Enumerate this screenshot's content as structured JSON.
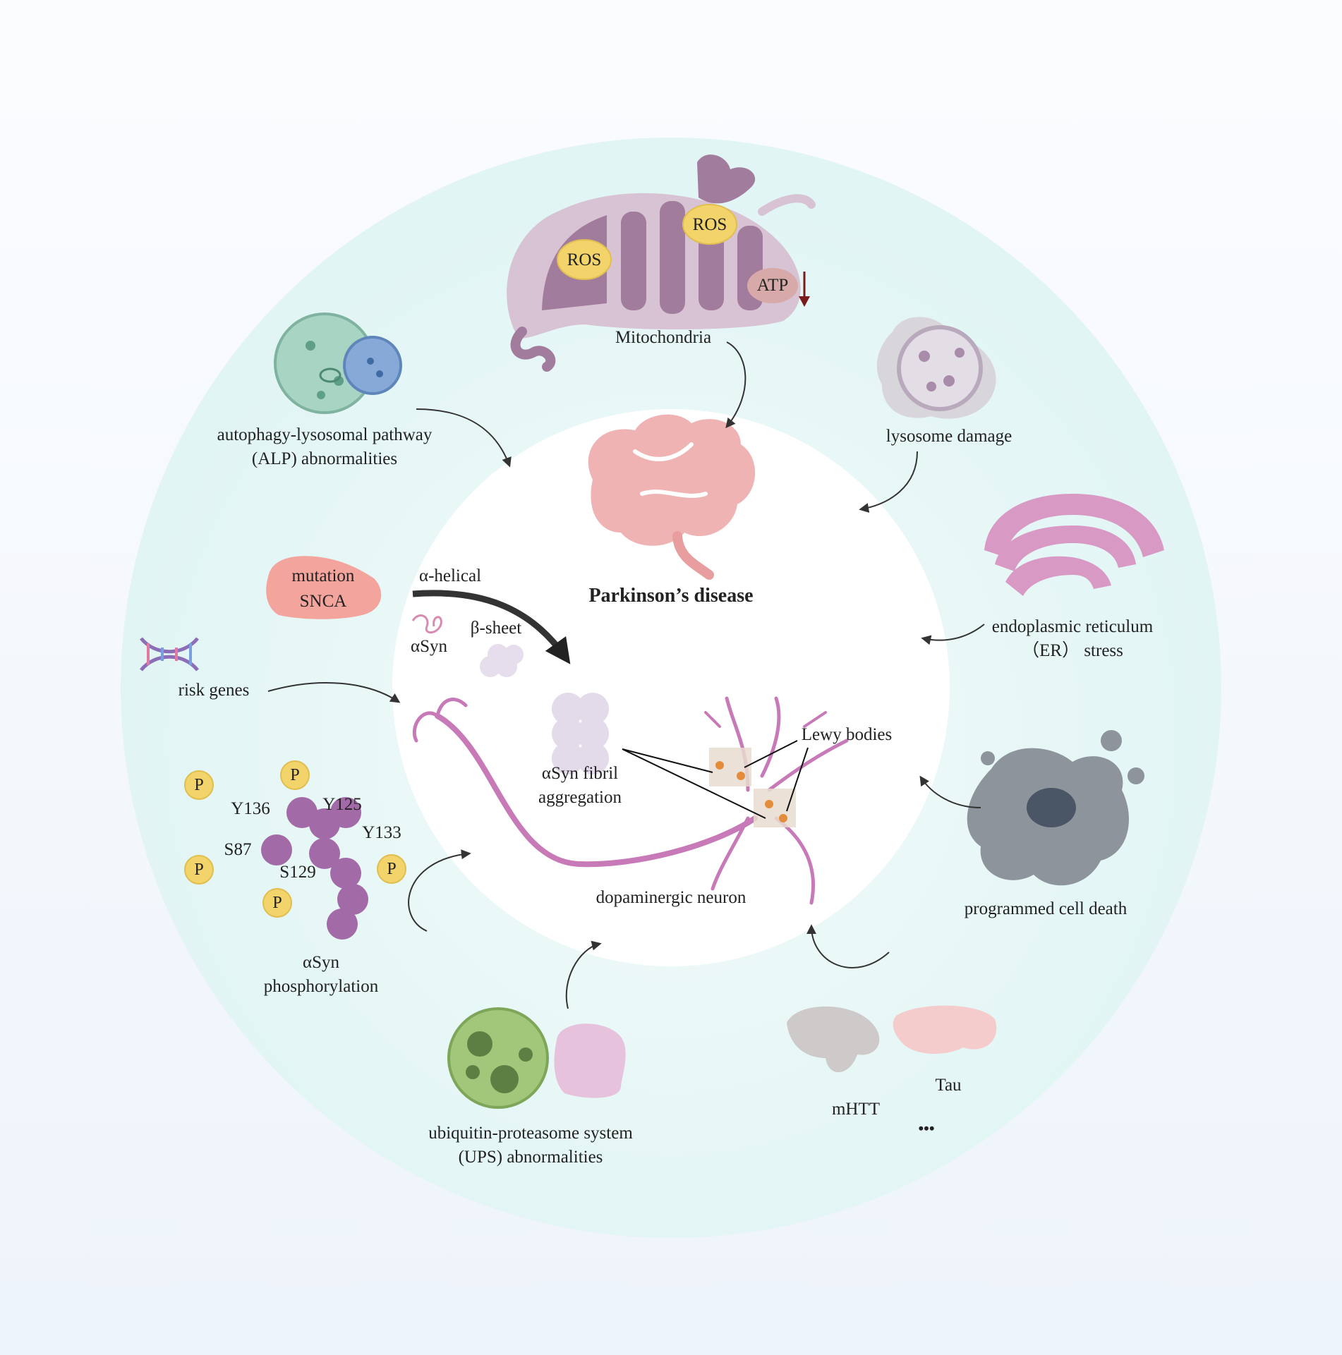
{
  "center": {
    "title": "Parkinson’s disease"
  },
  "mitochondria": {
    "label": "Mitochondria",
    "ros_1": "ROS",
    "ros_2": "ROS",
    "atp": "ATP"
  },
  "alp": {
    "line1": "autophagy-lysosomal pathway",
    "line2": "(ALP) abnormalities"
  },
  "lysosome": {
    "label": "lysosome damage"
  },
  "er": {
    "line1": "endoplasmic reticulum",
    "line2": "（ER） stress"
  },
  "snca": {
    "line1": "mutation",
    "line2": "SNCA"
  },
  "asyn_forms": {
    "alpha_helical": "α-helical",
    "beta_sheet": "β-sheet",
    "asyn": "αSyn"
  },
  "risk_genes": {
    "label": "risk genes"
  },
  "fibril": {
    "line1": "αSyn fibril",
    "line2": "aggregation"
  },
  "lewy": {
    "label": "Lewy bodies"
  },
  "neuron": {
    "label": "dopaminergic neuron"
  },
  "phosphorylation": {
    "p_label": "P",
    "sites": [
      "Y136",
      "Y125",
      "S87",
      "Y133",
      "S129"
    ],
    "line1": "αSyn",
    "line2": "phosphorylation"
  },
  "cell_death": {
    "label": "programmed cell death"
  },
  "ups": {
    "line1": "ubiquitin-proteasome system",
    "line2": "(UPS) abnormalities"
  },
  "proteins": {
    "mhtt": "mHTT",
    "tau": "Tau",
    "more": "•••"
  },
  "colors": {
    "ring": "#e6f7f7",
    "inner": "#ffffff",
    "mito": "#a67c9d",
    "mito_light": "#d8c3d5",
    "ros": "#f2d46a",
    "alp_green": "#a7d4c3",
    "alp_blue": "#86a9d8",
    "brain": "#f0b3b3",
    "er": "#d89ac5",
    "snca": "#f3a49c",
    "neuron": "#c77ab7",
    "phospho": "#a26aa7",
    "cell": "#8d949c",
    "ups_green": "#a2c77a",
    "ups_pink": "#e6c2dc",
    "mhtt": "#cfcaca",
    "tau": "#f5cccc"
  }
}
